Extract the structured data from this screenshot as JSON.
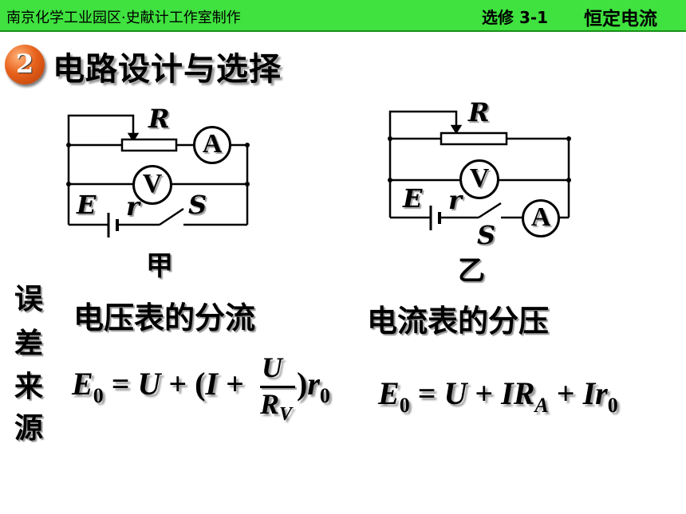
{
  "header": {
    "left_text": "南京化学工业园区·史献计工作室制作",
    "course": "选修  3-1",
    "topic": "恒定电流"
  },
  "section": {
    "number": "2",
    "title": "电路设计与选择"
  },
  "circuit_a": {
    "R": "R",
    "ammeter": "A",
    "voltmeter": "V",
    "E": "E",
    "r": "r",
    "S": "S",
    "caption": "甲"
  },
  "circuit_b": {
    "R": "R",
    "ammeter": "A",
    "voltmeter": "V",
    "E": "E",
    "r": "r",
    "S": "S",
    "caption": "乙"
  },
  "error_source": {
    "chars": [
      "误",
      "差",
      "来",
      "源"
    ]
  },
  "left_heading": "电压表的分流",
  "right_heading": "电流表的分压",
  "formula_a": {
    "E": "E",
    "E_sub": "0",
    "eq": " = ",
    "U": "U",
    "plus1": " + (",
    "I": "I",
    "plus2": " +",
    "frac_num": "U",
    "frac_den": "R",
    "frac_den_sub": "V",
    "close": ")",
    "r": "r",
    "r_sub": "0"
  },
  "formula_b": {
    "E": "E",
    "E_sub": "0",
    "eq": " = ",
    "U": "U",
    "plus1": " + ",
    "IR": "IR",
    "IR_sub": "A",
    "plus2": " +  ",
    "Ir": "Ir",
    "Ir_sub": "0"
  }
}
